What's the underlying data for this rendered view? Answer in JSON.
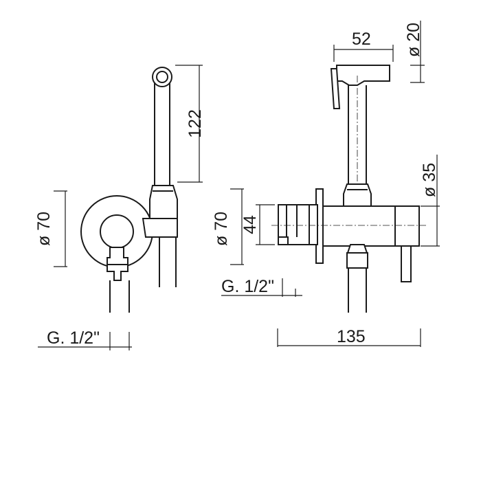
{
  "drawing": {
    "left_view": {
      "dim_height_hose": "122",
      "dim_diameter_flange": "ø 70",
      "thread_label": "G. 1/2\""
    },
    "right_view": {
      "dim_handshower_width": "52",
      "dim_diameter_handshower": "ø 20",
      "dim_diameter_body": "ø 35",
      "dim_diameter_flange": "ø 70",
      "dim_handle_height": "44",
      "thread_label": "G. 1/2\"",
      "dim_total_length": "135"
    }
  }
}
